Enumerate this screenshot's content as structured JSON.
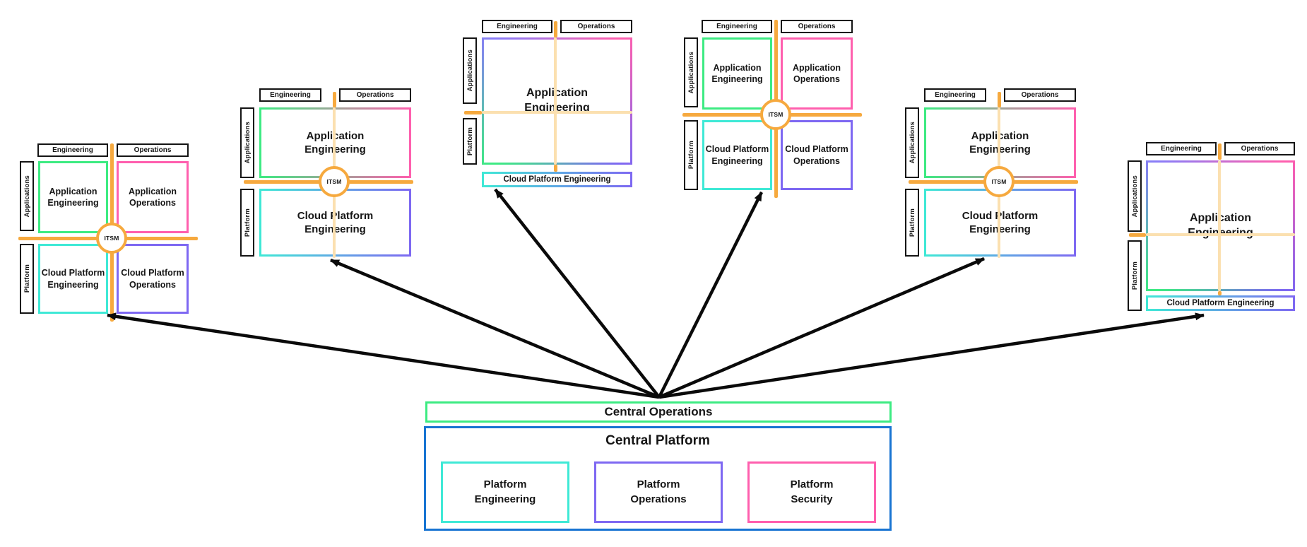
{
  "colors": {
    "green": "#3deb82",
    "pink": "#ff5fae",
    "cyan": "#3fe9d6",
    "purple": "#7e68f2",
    "orange": "#f6a93e",
    "blue": "#1874d2",
    "black": "#141414"
  },
  "diagrams": [
    {
      "id": "left-quadrant",
      "type": "quadrant",
      "headers": [
        "Engineering",
        "Operations"
      ],
      "side_labels": [
        "Applications",
        "Platform"
      ],
      "itsm_label": "ITSM",
      "cells": {
        "app_eng": "Application Engineering",
        "app_ops": "Application Operations",
        "cloud_eng": "Cloud Platform Engineering",
        "cloud_ops": "Cloud Platform Operations"
      }
    },
    {
      "id": "stacked-left",
      "type": "stacked",
      "headers": [
        "Engineering",
        "Operations"
      ],
      "side_labels": [
        "Applications",
        "Platform"
      ],
      "itsm_label": "ITSM",
      "cells": {
        "app_eng": "Application Engineering",
        "cloud_eng": "Cloud Platform Engineering"
      }
    },
    {
      "id": "monolith-center",
      "type": "monolith",
      "headers": [
        "Engineering",
        "Operations"
      ],
      "side_labels": [
        "Applications",
        "Platform"
      ],
      "cells": {
        "app_eng": "Application Engineering",
        "cloud_eng": "Cloud Platform Engineering"
      }
    },
    {
      "id": "center-quadrant",
      "type": "quadrant",
      "headers": [
        "Engineering",
        "Operations"
      ],
      "side_labels": [
        "Applications",
        "Platform"
      ],
      "itsm_label": "ITSM",
      "cells": {
        "app_eng": "Application Engineering",
        "app_ops": "Application Operations",
        "cloud_eng": "Cloud Platform Engineering",
        "cloud_ops": "Cloud Platform Operations"
      }
    },
    {
      "id": "stacked-right",
      "type": "stacked",
      "headers": [
        "Engineering",
        "Operations"
      ],
      "side_labels": [
        "Applications",
        "Platform"
      ],
      "itsm_label": "ITSM",
      "cells": {
        "app_eng": "Application Engineering",
        "cloud_eng": "Cloud Platform Engineering"
      }
    },
    {
      "id": "monolith-right",
      "type": "monolith",
      "headers": [
        "Engineering",
        "Operations"
      ],
      "side_labels": [
        "Applications",
        "Platform"
      ],
      "cells": {
        "app_eng": "Application Engineering",
        "cloud_eng": "Cloud Platform Engineering"
      }
    }
  ],
  "central": {
    "operations_label": "Central Operations",
    "platform_title": "Central Platform",
    "platform_children": [
      "Platform Engineering",
      "Platform Operations",
      "Platform Security"
    ]
  }
}
